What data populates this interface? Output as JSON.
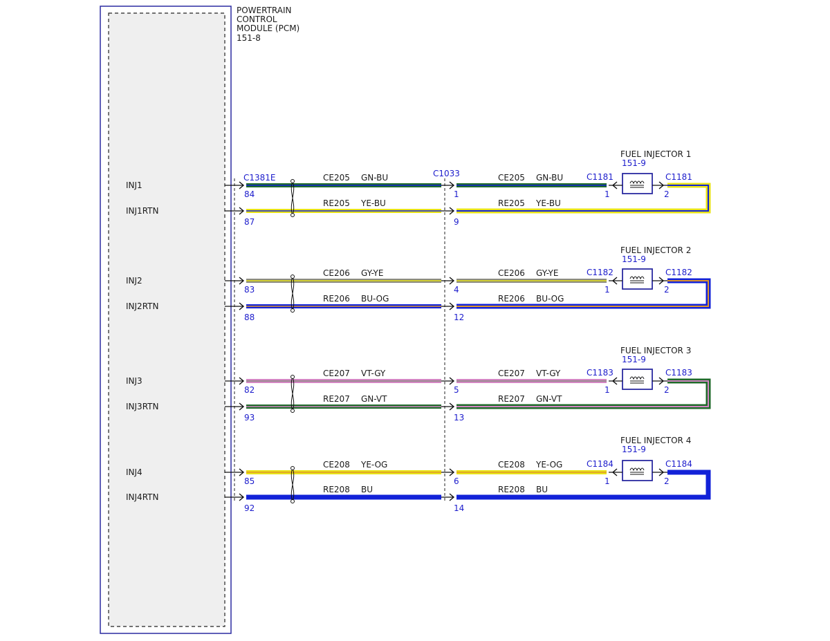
{
  "colors": {
    "GN": "#1f6a2a",
    "BU": "#1222d8",
    "YE": "#e8e317",
    "GY": "#8a8a80",
    "OG": "#e0962a",
    "VT": "#d486c4",
    "ref_text": "#1c1ccc",
    "outline": "#2a2aa0"
  },
  "pcm": {
    "title_lines": [
      "POWERTRAIN",
      "CONTROL",
      "MODULE (PCM)"
    ],
    "ref": "151-8",
    "connector": "C1381E"
  },
  "inline_connector": "C1033",
  "circuits": [
    {
      "injector": "FUEL INJECTOR 1",
      "ref": "151-9",
      "connector": "C1181",
      "signal": {
        "name": "INJ1",
        "pcm_pin": "84",
        "inline_pin": "1",
        "circuit": "CE205",
        "color": "GN-BU",
        "inj_pin": "1"
      },
      "return": {
        "name": "INJ1RTN",
        "pcm_pin": "87",
        "inline_pin": "9",
        "circuit": "RE205",
        "color": "YE-BU",
        "inj_pin": "2"
      }
    },
    {
      "injector": "FUEL INJECTOR 2",
      "ref": "151-9",
      "connector": "C1182",
      "signal": {
        "name": "INJ2",
        "pcm_pin": "83",
        "inline_pin": "4",
        "circuit": "CE206",
        "color": "GY-YE",
        "inj_pin": "1"
      },
      "return": {
        "name": "INJ2RTN",
        "pcm_pin": "88",
        "inline_pin": "12",
        "circuit": "RE206",
        "color": "BU-OG",
        "inj_pin": "2"
      }
    },
    {
      "injector": "FUEL INJECTOR 3",
      "ref": "151-9",
      "connector": "C1183",
      "signal": {
        "name": "INJ3",
        "pcm_pin": "82",
        "inline_pin": "5",
        "circuit": "CE207",
        "color": "VT-GY",
        "inj_pin": "1"
      },
      "return": {
        "name": "INJ3RTN",
        "pcm_pin": "93",
        "inline_pin": "13",
        "circuit": "RE207",
        "color": "GN-VT",
        "inj_pin": "2"
      }
    },
    {
      "injector": "FUEL INJECTOR 4",
      "ref": "151-9",
      "connector": "C1184",
      "signal": {
        "name": "INJ4",
        "pcm_pin": "85",
        "inline_pin": "6",
        "circuit": "CE208",
        "color": "YE-OG",
        "inj_pin": "1"
      },
      "return": {
        "name": "INJ4RTN",
        "pcm_pin": "92",
        "inline_pin": "14",
        "circuit": "RE208",
        "color": "BU",
        "inj_pin": "2"
      }
    }
  ]
}
